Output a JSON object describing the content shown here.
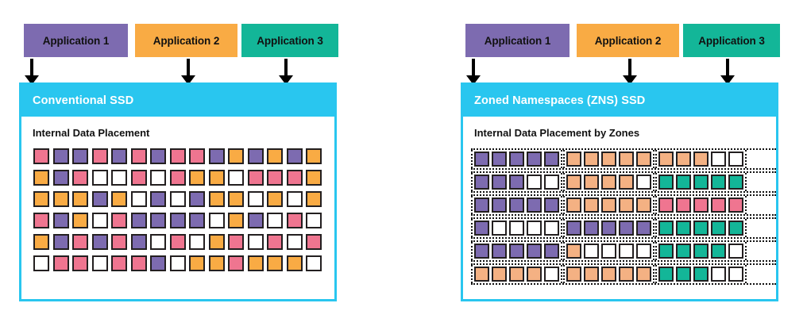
{
  "colors": {
    "purple": "#7d6bb0",
    "orange": "#f9ab44",
    "teal": "#13b698",
    "pink": "#ef7590",
    "peach": "#f4b183",
    "white": "#ffffff",
    "cyan": "#29c6ef",
    "cell_border": "#231f20",
    "zone_border": "#111111"
  },
  "left": {
    "applications": [
      {
        "label": "Application 1",
        "color": "#7d6bb0"
      },
      {
        "label": "Application 2",
        "color": "#f9ab44"
      },
      {
        "label": "Application 3",
        "color": "#13b698"
      }
    ],
    "ssd_title": "Conventional SSD",
    "subtitle": "Internal Data Placement",
    "grid": {
      "rows": 6,
      "cols": 15,
      "cells": [
        [
          "pink",
          "purple",
          "purple",
          "pink",
          "purple",
          "pink",
          "purple",
          "pink",
          "pink",
          "purple",
          "orange",
          "purple",
          "orange",
          "purple",
          "orange"
        ],
        [
          "orange",
          "purple",
          "pink",
          "white",
          "white",
          "pink",
          "white",
          "pink",
          "orange",
          "orange",
          "white",
          "pink",
          "pink",
          "pink",
          "orange"
        ],
        [
          "orange",
          "orange",
          "orange",
          "purple",
          "orange",
          "white",
          "purple",
          "white",
          "purple",
          "orange",
          "orange",
          "white",
          "orange",
          "white",
          "orange"
        ],
        [
          "pink",
          "purple",
          "orange",
          "white",
          "pink",
          "purple",
          "purple",
          "purple",
          "purple",
          "white",
          "orange",
          "purple",
          "white",
          "pink",
          "white"
        ],
        [
          "orange",
          "purple",
          "pink",
          "purple",
          "pink",
          "purple",
          "white",
          "pink",
          "white",
          "orange",
          "pink",
          "white",
          "pink",
          "white",
          "pink"
        ],
        [
          "white",
          "pink",
          "pink",
          "white",
          "pink",
          "pink",
          "purple",
          "white",
          "orange",
          "orange",
          "pink",
          "orange",
          "orange",
          "orange",
          "white"
        ]
      ]
    }
  },
  "right": {
    "applications": [
      {
        "label": "Application 1",
        "color": "#7d6bb0"
      },
      {
        "label": "Application 2",
        "color": "#f9ab44"
      },
      {
        "label": "Application 3",
        "color": "#13b698"
      }
    ],
    "ssd_title": "Zoned Namespaces (ZNS) SSD",
    "subtitle": "Internal Data Placement by Zones",
    "grid": {
      "rows": 6,
      "cols": 15,
      "zone_groups": 3,
      "zone_group_size": 5,
      "cells": [
        [
          "purple",
          "purple",
          "purple",
          "purple",
          "purple",
          "peach",
          "peach",
          "peach",
          "peach",
          "peach",
          "peach",
          "peach",
          "peach",
          "white",
          "white"
        ],
        [
          "purple",
          "purple",
          "purple",
          "white",
          "white",
          "peach",
          "peach",
          "peach",
          "peach",
          "white",
          "teal",
          "teal",
          "teal",
          "teal",
          "teal"
        ],
        [
          "purple",
          "purple",
          "purple",
          "purple",
          "purple",
          "peach",
          "peach",
          "peach",
          "peach",
          "peach",
          "pink",
          "pink",
          "pink",
          "pink",
          "pink"
        ],
        [
          "purple",
          "white",
          "white",
          "white",
          "white",
          "purple",
          "purple",
          "purple",
          "purple",
          "purple",
          "teal",
          "teal",
          "teal",
          "teal",
          "teal"
        ],
        [
          "purple",
          "purple",
          "purple",
          "purple",
          "purple",
          "peach",
          "white",
          "white",
          "white",
          "white",
          "teal",
          "teal",
          "teal",
          "teal",
          "white"
        ],
        [
          "peach",
          "peach",
          "peach",
          "peach",
          "white",
          "peach",
          "peach",
          "peach",
          "peach",
          "peach",
          "teal",
          "teal",
          "teal",
          "white",
          "white"
        ]
      ]
    }
  }
}
